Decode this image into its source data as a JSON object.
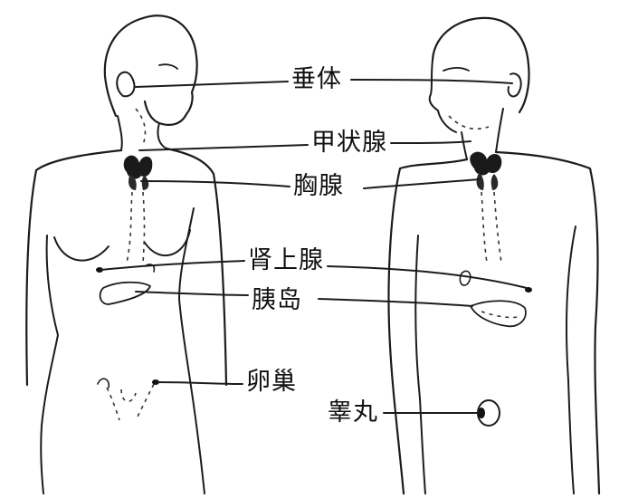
{
  "labels": {
    "pituitary": "垂体",
    "thyroid": "甲状腺",
    "thymus": "胸腺",
    "adrenal": "肾上腺",
    "pancreatic_islets": "胰岛",
    "ovary": "卵巢",
    "testis": "睾丸"
  },
  "colors": {
    "ink": "#1c1c1c",
    "background": "#ffffff"
  }
}
